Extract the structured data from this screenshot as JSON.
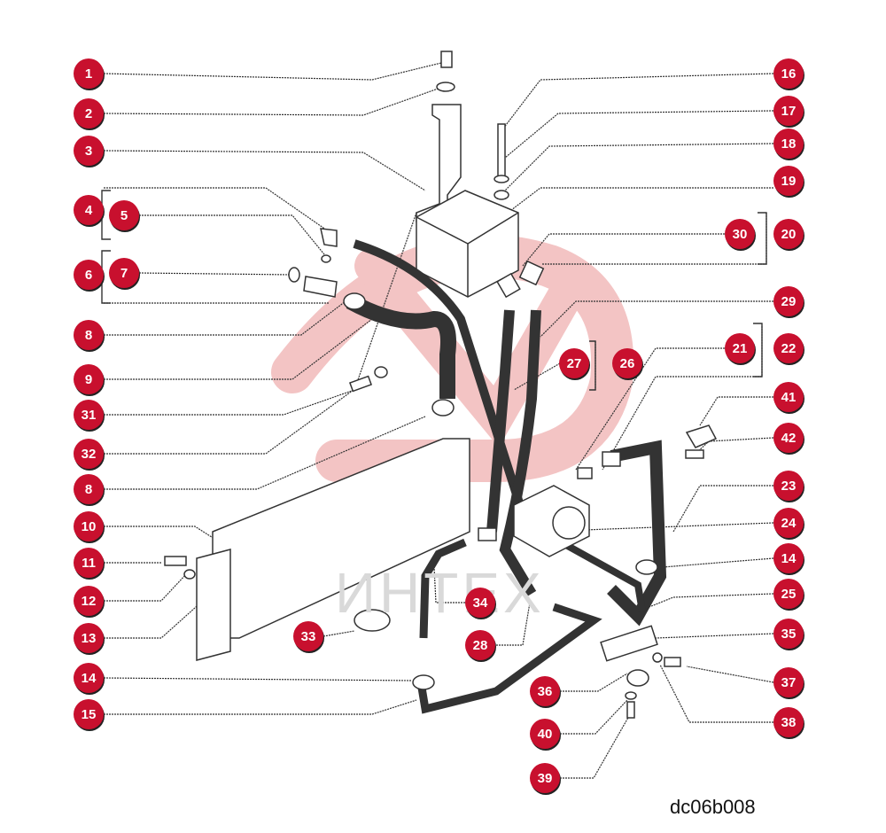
{
  "colors": {
    "badge": "#c8102e",
    "line": "#333333",
    "watermark_logo": "#f3c4c4",
    "watermark_text": "#d9d9d9"
  },
  "diagram_code": "dc06b008",
  "watermark_text": "ИНТЕХ",
  "callouts": [
    {
      "label": "1",
      "name": "callout-1"
    },
    {
      "label": "2",
      "name": "callout-2"
    },
    {
      "label": "3",
      "name": "callout-3"
    },
    {
      "label": "4",
      "name": "callout-4"
    },
    {
      "label": "5",
      "name": "callout-5"
    },
    {
      "label": "6",
      "name": "callout-6"
    },
    {
      "label": "7",
      "name": "callout-7"
    },
    {
      "label": "8",
      "name": "callout-8-top"
    },
    {
      "label": "9",
      "name": "callout-9"
    },
    {
      "label": "31",
      "name": "callout-31"
    },
    {
      "label": "32",
      "name": "callout-32"
    },
    {
      "label": "8",
      "name": "callout-8-bottom"
    },
    {
      "label": "10",
      "name": "callout-10"
    },
    {
      "label": "11",
      "name": "callout-11"
    },
    {
      "label": "12",
      "name": "callout-12"
    },
    {
      "label": "13",
      "name": "callout-13"
    },
    {
      "label": "14",
      "name": "callout-14-left"
    },
    {
      "label": "15",
      "name": "callout-15"
    },
    {
      "label": "16",
      "name": "callout-16"
    },
    {
      "label": "17",
      "name": "callout-17"
    },
    {
      "label": "18",
      "name": "callout-18"
    },
    {
      "label": "19",
      "name": "callout-19"
    },
    {
      "label": "30",
      "name": "callout-30"
    },
    {
      "label": "20",
      "name": "callout-20"
    },
    {
      "label": "29",
      "name": "callout-29"
    },
    {
      "label": "21",
      "name": "callout-21"
    },
    {
      "label": "22",
      "name": "callout-22"
    },
    {
      "label": "27",
      "name": "callout-27"
    },
    {
      "label": "26",
      "name": "callout-26"
    },
    {
      "label": "41",
      "name": "callout-41"
    },
    {
      "label": "42",
      "name": "callout-42"
    },
    {
      "label": "23",
      "name": "callout-23"
    },
    {
      "label": "24",
      "name": "callout-24"
    },
    {
      "label": "14",
      "name": "callout-14-right"
    },
    {
      "label": "25",
      "name": "callout-25"
    },
    {
      "label": "35",
      "name": "callout-35"
    },
    {
      "label": "34",
      "name": "callout-34"
    },
    {
      "label": "33",
      "name": "callout-33"
    },
    {
      "label": "28",
      "name": "callout-28"
    },
    {
      "label": "36",
      "name": "callout-36"
    },
    {
      "label": "37",
      "name": "callout-37"
    },
    {
      "label": "40",
      "name": "callout-40"
    },
    {
      "label": "38",
      "name": "callout-38"
    },
    {
      "label": "39",
      "name": "callout-39"
    }
  ]
}
